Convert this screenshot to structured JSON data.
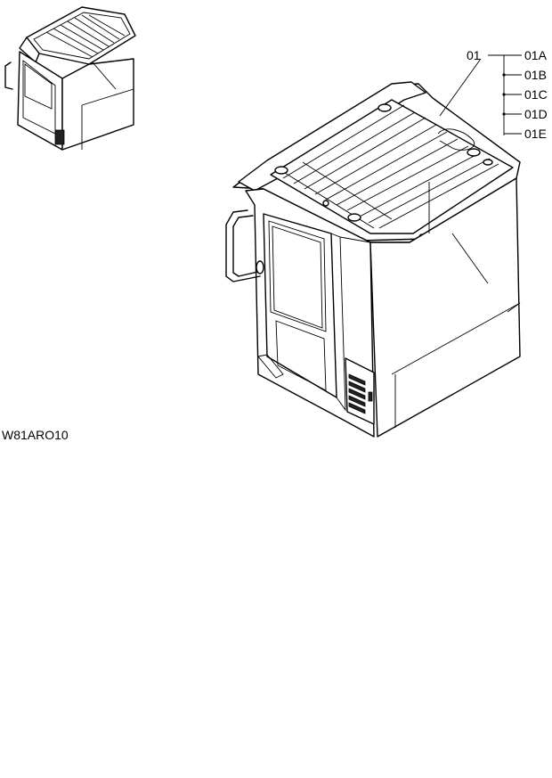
{
  "figure_code": "W81ARO10",
  "callouts": {
    "main": "01",
    "subparts": [
      "01A",
      "01B",
      "01C",
      "01D",
      "01E"
    ]
  }
}
